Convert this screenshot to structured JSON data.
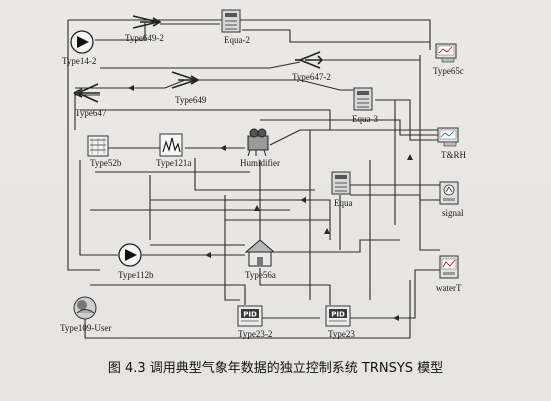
{
  "components": {
    "type14_2": "Type14-2",
    "type649_2": "Type649-2",
    "equa_2": "Equa-2",
    "type647_2": "Type647-2",
    "type65c": "Type65c",
    "type649": "Type649",
    "type647": "Type647",
    "equa_3": "Equa-3",
    "type52b": "Type52b",
    "type121a": "Type121a",
    "humidifier": "Humidifier",
    "t_rh": "T&RH",
    "equa": "Equa",
    "signal": "signal",
    "type112b": "Type112b",
    "type56a": "Type56a",
    "waterT": "waterT",
    "type109_user": "Type109-User",
    "type23_2": "Type23-2",
    "type23": "Type23"
  },
  "pid_text": "PID",
  "caption": "图 4.3  调用典型气象年数据的独立控制系统 TRNSYS 模型",
  "colors": {
    "wire": "#2a2a2a",
    "background": "#e8e6e2"
  }
}
